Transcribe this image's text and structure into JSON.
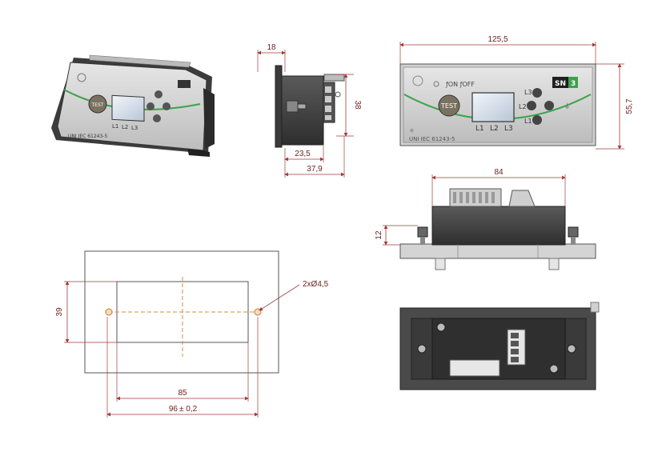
{
  "colors": {
    "dimension": "#a33a3a",
    "dimension_text": "#6b1e1e",
    "centerline": "#e08a3a",
    "outline": "#555555",
    "panel_dark": "#4a4a4a",
    "panel_face": "#d9d9d9",
    "green_arc": "#3aa34a"
  },
  "front_view": {
    "width_dim": "125,5",
    "height_dim": "55,7",
    "on_off_label": "ƒON ƒOFF",
    "test_label": "TEST",
    "phase_labels": [
      "L1",
      "L2",
      "L3"
    ],
    "side_labels": [
      "L3",
      "L2",
      "L1"
    ],
    "brand_badge": "SN",
    "brand_number": "3",
    "standard_text": "UNI IEC 61243-5"
  },
  "side_view": {
    "depth_top": "18",
    "height": "38",
    "depth_mid": "23,5",
    "depth_total": "37,9"
  },
  "top_view": {
    "length": "84",
    "flange": "12"
  },
  "cutout_view": {
    "hole_spec": "2xØ4,5",
    "height": "39",
    "hole_spacing": "85",
    "overall_width": "96",
    "tolerance": "± 0,2"
  },
  "iso_view": {
    "test_label": "TEST",
    "phase_labels": [
      "L1",
      "L2",
      "L3"
    ],
    "standard_text": "UNI IEC 61243-5"
  }
}
